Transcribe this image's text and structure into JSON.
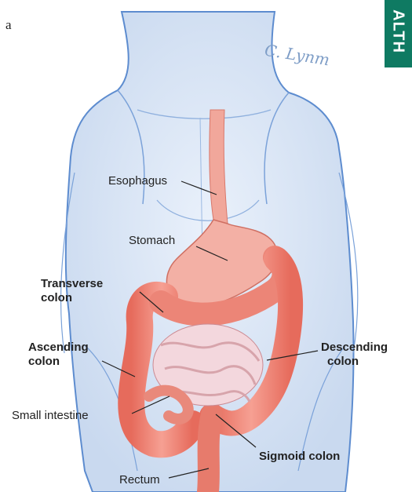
{
  "panel_letter": "a",
  "section_tab": "ALTH",
  "signature": "C. Lynm",
  "labels": {
    "esophagus": "Esophagus",
    "stomach": "Stomach",
    "transverse_1": "Transverse",
    "transverse_2": "colon",
    "ascending_1": "Ascending",
    "ascending_2": "colon",
    "descending_1": "Descending",
    "descending_2": "colon",
    "small_intestine": "Small intestine",
    "sigmoid": "Sigmoid colon",
    "rectum": "Rectum"
  },
  "colors": {
    "body_outline": "#5d8ccf",
    "body_fill": "#dbe6f5",
    "organ": "#ee7f6f",
    "organ_dark": "#d25a4d",
    "tab": "#0f7a62"
  }
}
